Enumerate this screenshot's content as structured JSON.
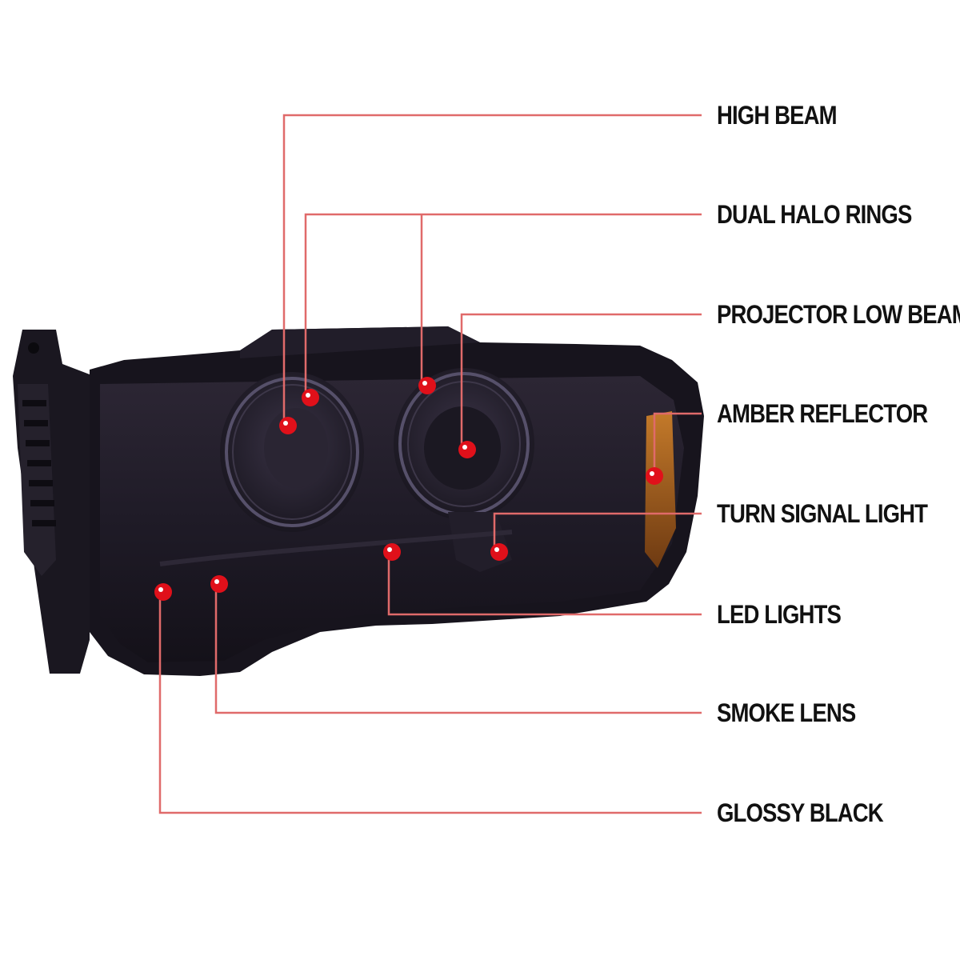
{
  "colors": {
    "background": "#ffffff",
    "callout_line": "#e06a6a",
    "callout_dot": "#e0101a",
    "label_text": "#111111",
    "housing_dark": "#15121c",
    "lens_smoke": "#24202c",
    "amber": "#b5651d"
  },
  "callouts": [
    {
      "id": "high-beam",
      "label": "HIGH BEAM"
    },
    {
      "id": "dual-halo-rings",
      "label": "DUAL HALO RINGS"
    },
    {
      "id": "projector-low-beam",
      "label": "PROJECTOR LOW BEAM"
    },
    {
      "id": "amber-reflector",
      "label": "AMBER REFLECTOR"
    },
    {
      "id": "turn-signal-light",
      "label": "TURN SIGNAL LIGHT"
    },
    {
      "id": "led-lights",
      "label": "LED LIGHTS"
    },
    {
      "id": "smoke-lens",
      "label": "SMOKE LENS"
    },
    {
      "id": "glossy-black",
      "label": "GLOSSY BLACK"
    }
  ]
}
